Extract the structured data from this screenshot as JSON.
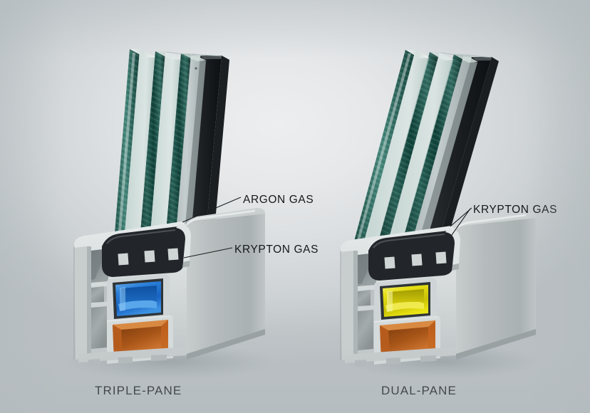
{
  "scene": {
    "title": "Window glazing cross-section comparison",
    "background_color": "#dfe2e4",
    "background_edge_color": "#b9bfc2"
  },
  "labels": {
    "argon": "ARGON GAS",
    "krypton_left": "KRYPTON GAS",
    "krypton_right": "KRYPTON GAS"
  },
  "captions": {
    "left": "TRIPLE-PANE",
    "right": "DUAL-PANE"
  },
  "colors": {
    "frame_light": "#d6dadb",
    "frame_face": "#c4c9c9",
    "frame_side": "#b1b7b8",
    "frame_shadow": "#8f9698",
    "frame_dark": "#6f7678",
    "gasket_black": "#232627",
    "glass_edge": "#1d5049",
    "glass_edge_light": "#3f7d73",
    "glass_body": "#cfe0dc",
    "chamber_blue": "#1f6fd0",
    "chamber_blue_light": "#5aa6ea",
    "chamber_yellow": "#e4dd07",
    "chamber_yellow_light": "#f2ee5c",
    "chamber_orange": "#c2651f",
    "chamber_orange_dark": "#8c4513",
    "label_text": "#16181a"
  },
  "windows": [
    {
      "id": "triple-pane",
      "caption": "TRIPLE-PANE",
      "pane_count": 3,
      "gas_fills": [
        "ARGON GAS",
        "KRYPTON GAS"
      ],
      "chambers": [
        {
          "name": "upper-chamber",
          "color": "#1f6fd0",
          "gas": "ARGON GAS"
        },
        {
          "name": "lower-chamber",
          "color": "#c2651f",
          "gas": "KRYPTON GAS"
        }
      ]
    },
    {
      "id": "dual-pane",
      "caption": "DUAL-PANE",
      "pane_count": 2,
      "gas_fills": [
        "KRYPTON GAS"
      ],
      "chambers": [
        {
          "name": "upper-chamber",
          "color": "#e4dd07",
          "gas": "KRYPTON GAS"
        },
        {
          "name": "lower-chamber",
          "color": "#c2651f",
          "gas": "KRYPTON GAS"
        }
      ]
    }
  ]
}
